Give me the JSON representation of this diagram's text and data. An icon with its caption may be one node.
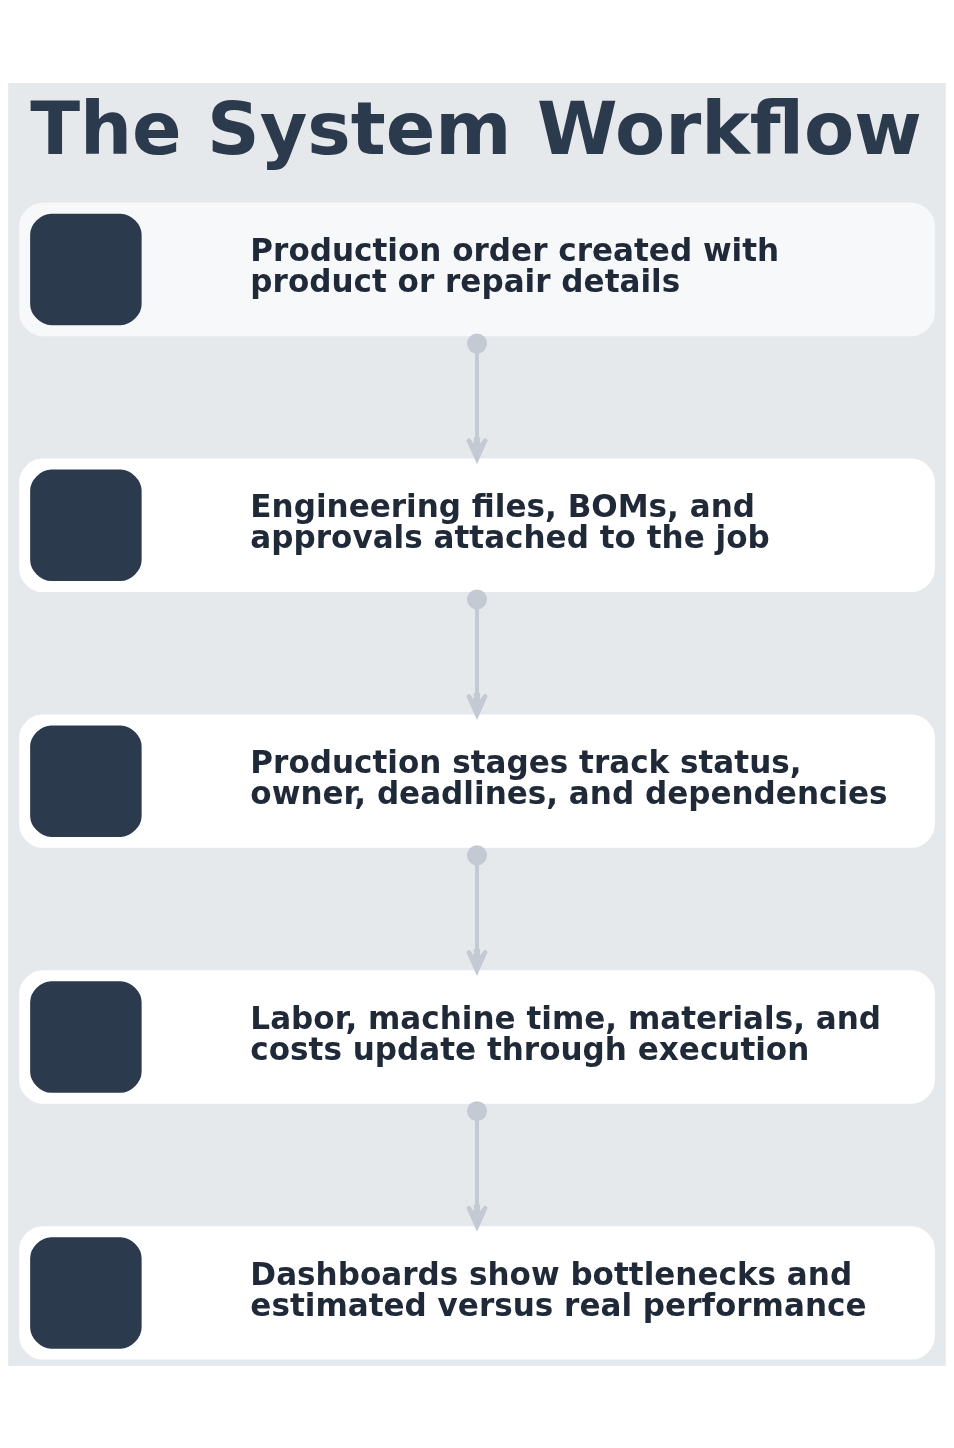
{
  "diagram": {
    "title": "The System Workflow",
    "nodes": [
      {
        "text": [
          "Production order created with product or repair details"
        ]
      },
      {
        "text": [
          "Engineering files, BOMs, and approvals attached to the job"
        ]
      },
      {
        "text": [
          "Production stages track status, owner, deadlines, and dependencies"
        ]
      },
      {
        "text": [
          "Labor, machine time, materials, and costs update through execution"
        ]
      },
      {
        "text": [
          "Dashboards show bottlenecks and estimated versus real performance"
        ]
      }
    ],
    "edges": [
      {
        "from": 0,
        "to": 1,
        "arrow": "to"
      },
      {
        "from": 1,
        "to": 2,
        "arrow": "to"
      },
      {
        "from": 2,
        "to": 3,
        "arrow": "to"
      },
      {
        "from": 3,
        "to": 4,
        "arrow": "to"
      }
    ]
  }
}
